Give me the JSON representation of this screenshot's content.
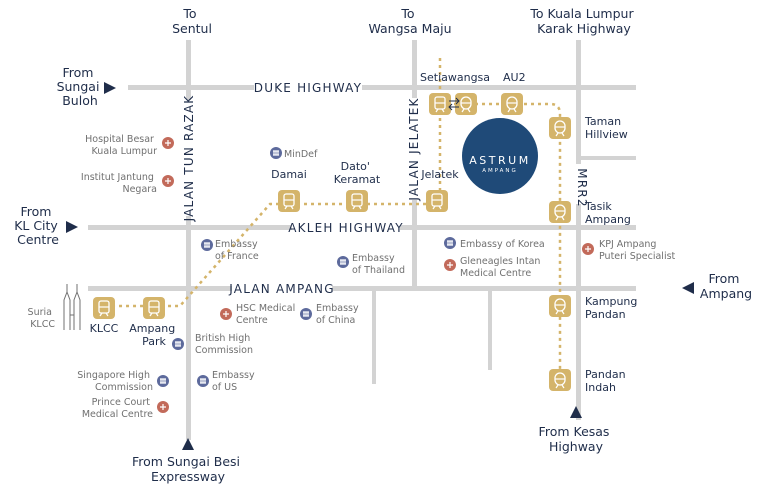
{
  "directions": {
    "to_sentul": [
      "To",
      "Sentul"
    ],
    "to_wangsa_maju": [
      "To",
      "Wangsa Maju"
    ],
    "to_kl_karak": [
      "To Kuala Lumpur",
      "Karak Highway"
    ],
    "from_sungai_buloh": [
      "From",
      "Sungai",
      "Buloh"
    ],
    "from_kl_city_centre": [
      "From",
      "KL City",
      "Centre"
    ],
    "from_ampang": [
      "From",
      "Ampang"
    ],
    "from_kesas": [
      "From Kesas",
      "Highway"
    ],
    "from_sungai_besi": [
      "From Sungai Besi",
      "Expressway"
    ]
  },
  "roads": {
    "duke": "DUKE HIGHWAY",
    "akleh": "AKLEH HIGHWAY",
    "jalan_ampang": "JALAN AMPANG",
    "tun_razak": "JALAN TUN RAZAK",
    "jelatek": "JALAN JELATEK",
    "mrr2": "MRR2"
  },
  "stations": {
    "setiawangsa": "Setiawangsa",
    "au2": "AU2",
    "taman_hillview": [
      "Taman",
      "Hillview"
    ],
    "damai": "Damai",
    "dato_keramat": [
      "Dato'",
      "Keramat"
    ],
    "jelatek": "Jelatek",
    "tasik_ampang": [
      "Tasik",
      "Ampang"
    ],
    "klcc": "KLCC",
    "ampang_park": [
      "Ampang",
      "Park"
    ],
    "kampung_pandan": [
      "Kampung",
      "Pandan"
    ],
    "pandan_indah": [
      "Pandan",
      "Indah"
    ]
  },
  "landmarks": {
    "hospital_besar": [
      "Hospital Besar",
      "Kuala Lumpur"
    ],
    "institut_jantung": [
      "Institut Jantung",
      "Negara"
    ],
    "mindef": "MinDef",
    "embassy_france": [
      "Embassy",
      "of France"
    ],
    "embassy_thailand": [
      "Embassy",
      "of Thailand"
    ],
    "embassy_korea": "Embassy of Korea",
    "gleneagles": [
      "Gleneagles Intan",
      "Medical Centre"
    ],
    "kpj": [
      "KPJ Ampang",
      "Puteri Specialist"
    ],
    "suria_klcc": [
      "Suria",
      "KLCC"
    ],
    "hsc": [
      "HSC Medical",
      "Centre"
    ],
    "embassy_china": [
      "Embassy",
      "of China"
    ],
    "british_high": [
      "British High",
      "Commission"
    ],
    "singapore_high": [
      "Singapore High",
      "Commission"
    ],
    "embassy_us": [
      "Embassy",
      "of US"
    ],
    "prince_court": [
      "Prince Court",
      "Medical Centre"
    ]
  },
  "brand": {
    "name": "ASTRUM",
    "sub": "AMPANG"
  },
  "colors": {
    "road": "#d3d3d3",
    "navy": "#1f2d4a",
    "gold": "#d4b46a",
    "hospital": "#c26a5a",
    "embassy": "#5d6a9c",
    "brand_circle": "#1f4a78"
  }
}
